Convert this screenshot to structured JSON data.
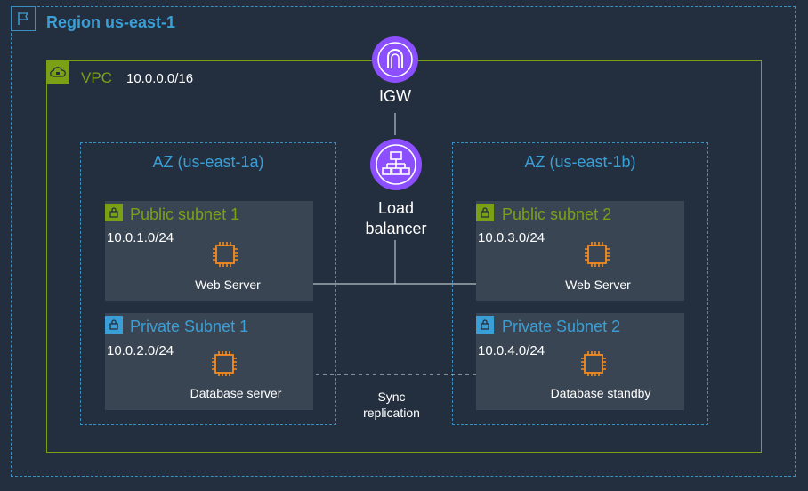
{
  "region": {
    "label": "Region us-east-1",
    "icon": "flag-icon"
  },
  "vpc": {
    "label": "VPC",
    "cidr": "10.0.0.0/16",
    "icon": "cloud-lock-icon"
  },
  "igw": {
    "label": "IGW",
    "icon": "internet-gateway-icon"
  },
  "load_balancer": {
    "line1": "Load",
    "line2": "balancer",
    "icon": "load-balancer-icon"
  },
  "az_a": {
    "label": "AZ (us-east-1a)",
    "public_subnet": {
      "title": "Public subnet 1",
      "cidr": "10.0.1.0/24",
      "server_label": "Web Server"
    },
    "private_subnet": {
      "title": "Private Subnet 1",
      "cidr": "10.0.2.0/24",
      "server_label": "Database server"
    }
  },
  "az_b": {
    "label": "AZ (us-east-1b)",
    "public_subnet": {
      "title": "Public subnet 2",
      "cidr": "10.0.3.0/24",
      "server_label": "Web Server"
    },
    "private_subnet": {
      "title": "Private Subnet 2",
      "cidr": "10.0.4.0/24",
      "server_label": "Database standby"
    }
  },
  "replication": {
    "line1": "Sync",
    "line2": "replication"
  },
  "colors": {
    "background": "#232f3e",
    "region_border": "#3a8fc2",
    "vpc_border": "#7aa116",
    "public_subnet_accent": "#7aa116",
    "private_subnet_accent": "#3a9fd6",
    "compute_orange": "#f58b1f",
    "network_purple": "#8c4fff"
  }
}
